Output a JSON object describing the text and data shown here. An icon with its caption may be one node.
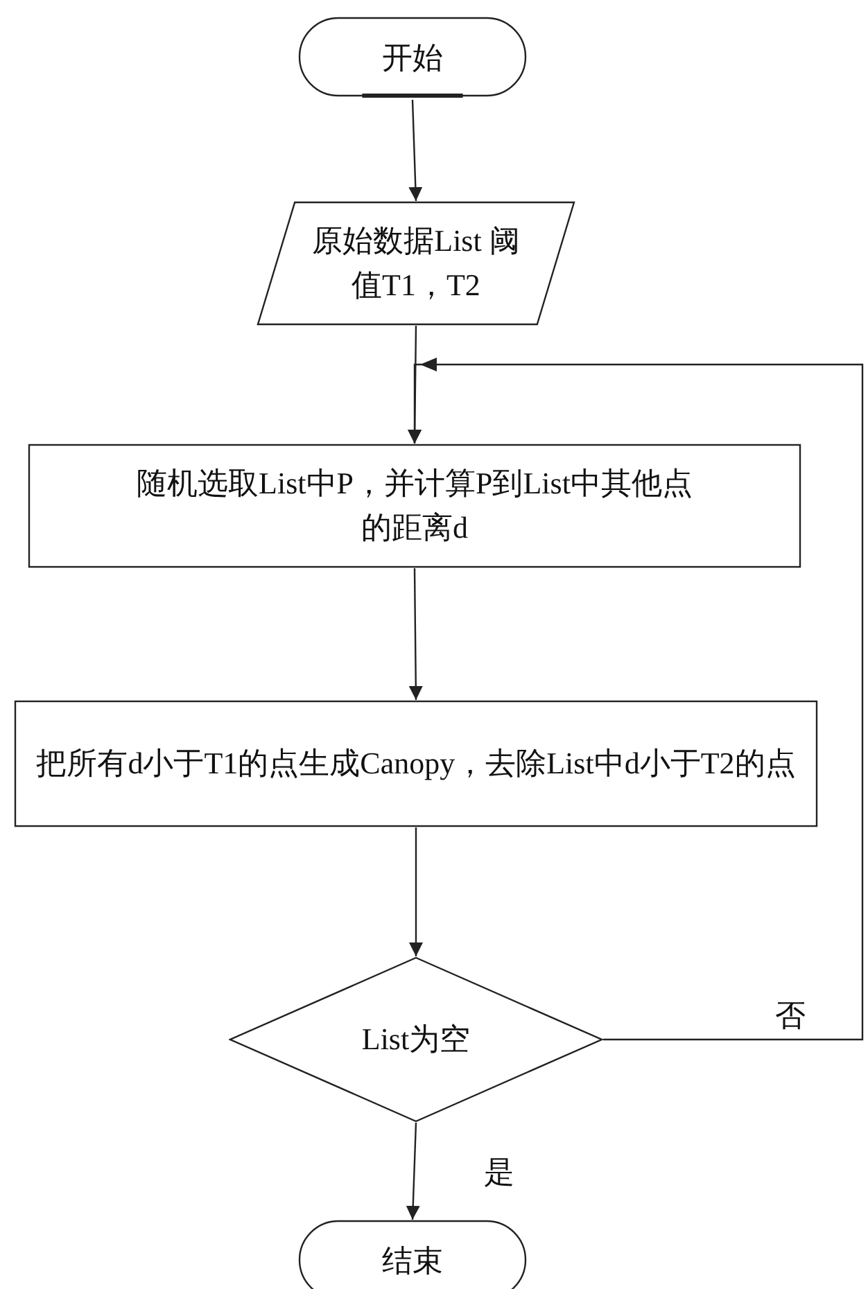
{
  "diagram": {
    "nodes": [
      {
        "text": [
          "开始"
        ]
      },
      {
        "text": [
          "原始数据List 阈值T1，T2"
        ]
      },
      {
        "text": [
          "随机选取List中P，并计算P到List中其他点的距离d"
        ]
      },
      {
        "text": [
          "把所有d小于T1的点生成Canopy，去除List中d小于T2的点"
        ]
      },
      {
        "text": [
          "List为空"
        ]
      },
      {
        "text": [
          "结束"
        ]
      }
    ],
    "edges": [
      {
        "from": 0,
        "to": 1,
        "arrow": "to"
      },
      {
        "from": 1,
        "to": 2,
        "arrow": "to"
      },
      {
        "from": 2,
        "to": 3,
        "arrow": "to"
      },
      {
        "from": 3,
        "to": 4,
        "arrow": "to"
      },
      {
        "from": 4,
        "to": 5,
        "arrow": "to",
        "label": "是"
      },
      {
        "from": 4,
        "to": 2,
        "arrow": "to",
        "label": "否"
      }
    ]
  }
}
